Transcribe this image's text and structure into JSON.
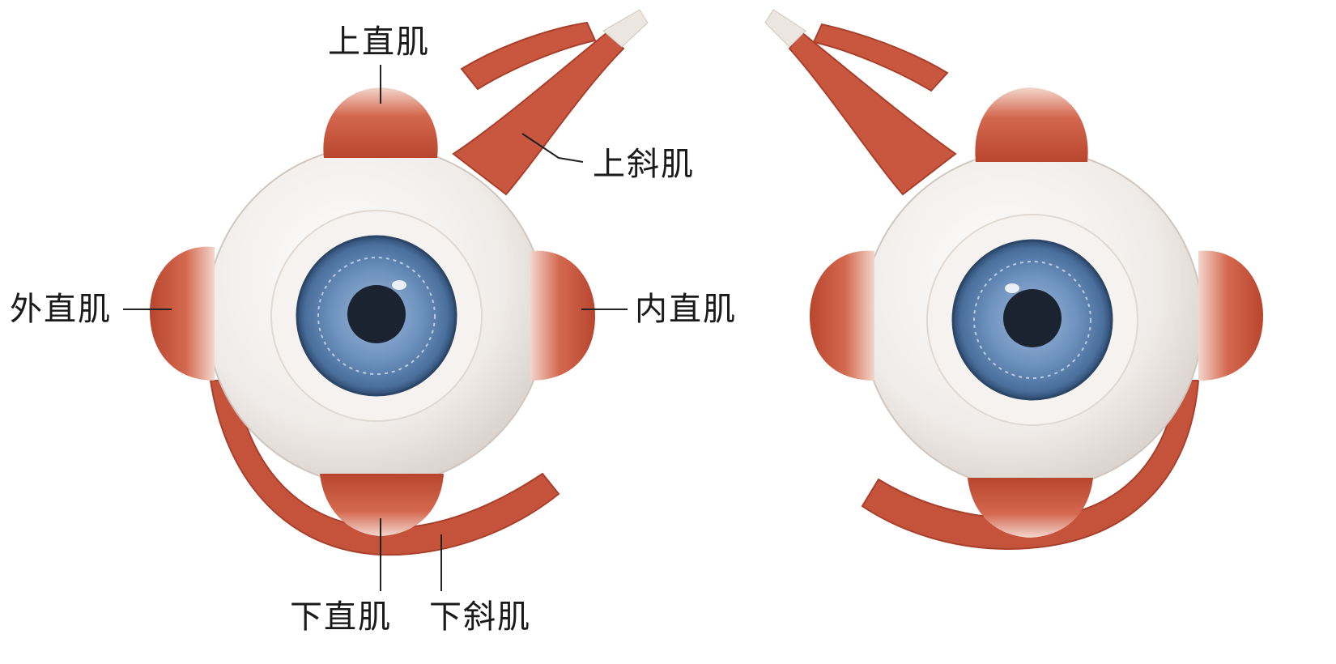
{
  "labels": {
    "superior_rectus": "上直肌",
    "superior_oblique": "上斜肌",
    "lateral_rectus": "外直肌",
    "medial_rectus": "内直肌",
    "inferior_rectus": "下直肌",
    "inferior_oblique": "下斜肌"
  },
  "colors": {
    "muscle": "#c9563f",
    "muscle_light": "#e2836b",
    "sclera": "#f1eeec",
    "iris": "#5e86b4",
    "pupil": "#1b2330",
    "tendon": "#e6e0da",
    "leader_line": "#222222"
  }
}
